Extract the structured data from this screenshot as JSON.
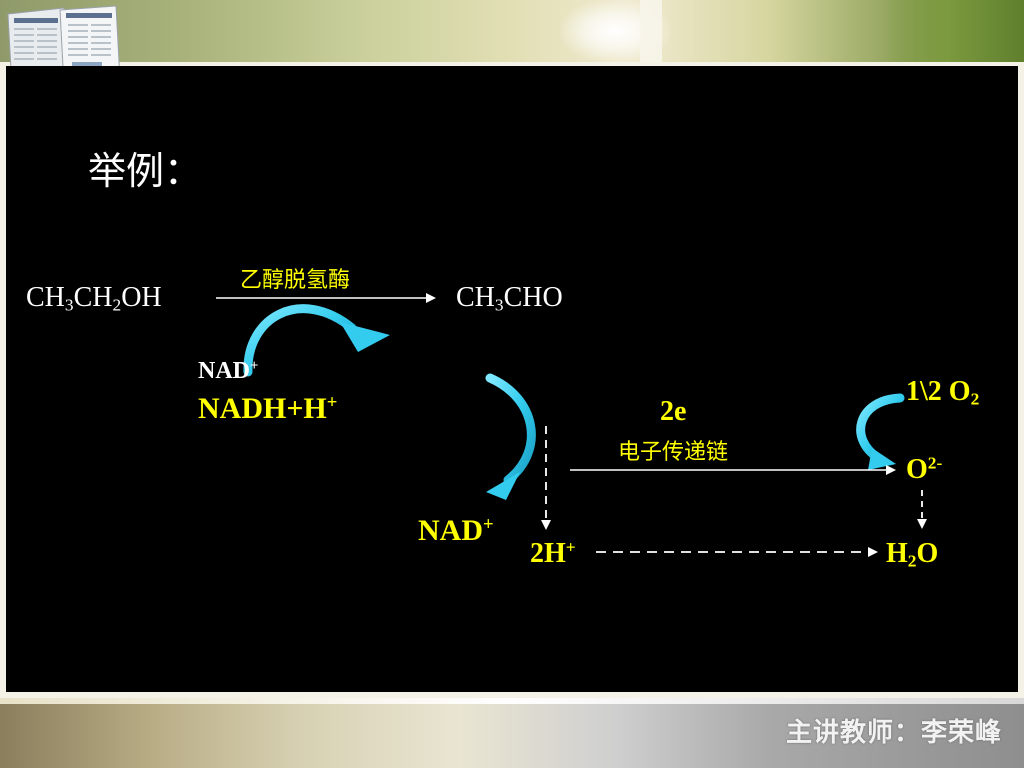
{
  "slide": {
    "title": "举例：",
    "enzyme_label": "乙醇脱氢酶",
    "reactant": {
      "base1": "CH",
      "s1": "3",
      "base2": "CH",
      "s2": "2",
      "base3": "OH"
    },
    "product": {
      "base1": "CH",
      "s1": "3",
      "base2": "CHO"
    },
    "nad_top": {
      "base": "NAD",
      "sup": "+"
    },
    "nadh": {
      "base": "NADH+H",
      "sup": "+"
    },
    "electrons": "2e",
    "chain_label": "电子传递链",
    "oxygen": {
      "prefix": "1\\2 O",
      "sub": "2"
    },
    "oxide": {
      "base": "O",
      "sup": "2-"
    },
    "nad_bottom": {
      "base": "NAD",
      "sup": "+"
    },
    "protons": {
      "base": "2H",
      "sup": "+"
    },
    "water": {
      "base1": "H",
      "sub": "2",
      "base2": "O"
    }
  },
  "footer": {
    "lecturer": "主讲教师：李荣峰"
  },
  "colors": {
    "background": "#000000",
    "text_white": "#ffffff",
    "text_yellow": "#ffff00",
    "arrow_cyan": "#33ccee"
  }
}
